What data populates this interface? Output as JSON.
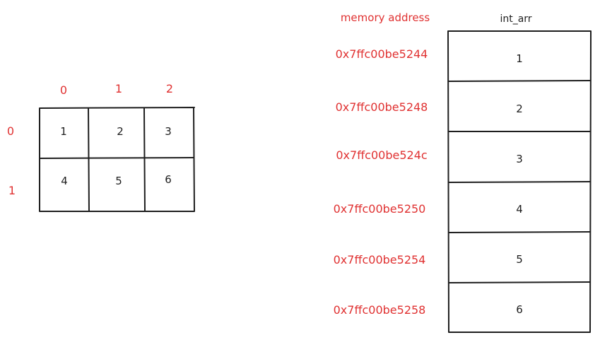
{
  "colors": {
    "ink": "#1e1e1e",
    "accent": "#e03131",
    "background": "#ffffff"
  },
  "matrix": {
    "column_indices": [
      "0",
      "1",
      "2"
    ],
    "row_indices": [
      "0",
      "1"
    ],
    "cells": [
      [
        "1",
        "2",
        "3"
      ],
      [
        "4",
        "5",
        "6"
      ]
    ]
  },
  "memory": {
    "address_header": "memory address",
    "array_name": "int_arr",
    "rows": [
      {
        "address": "0x7ffc00be5244",
        "value": "1"
      },
      {
        "address": "0x7ffc00be5248",
        "value": "2"
      },
      {
        "address": "0x7ffc00be524c",
        "value": "3"
      },
      {
        "address": "0x7ffc00be5250",
        "value": "4"
      },
      {
        "address": "0x7ffc00be5254",
        "value": "5"
      },
      {
        "address": "0x7ffc00be5258",
        "value": "6"
      }
    ]
  }
}
